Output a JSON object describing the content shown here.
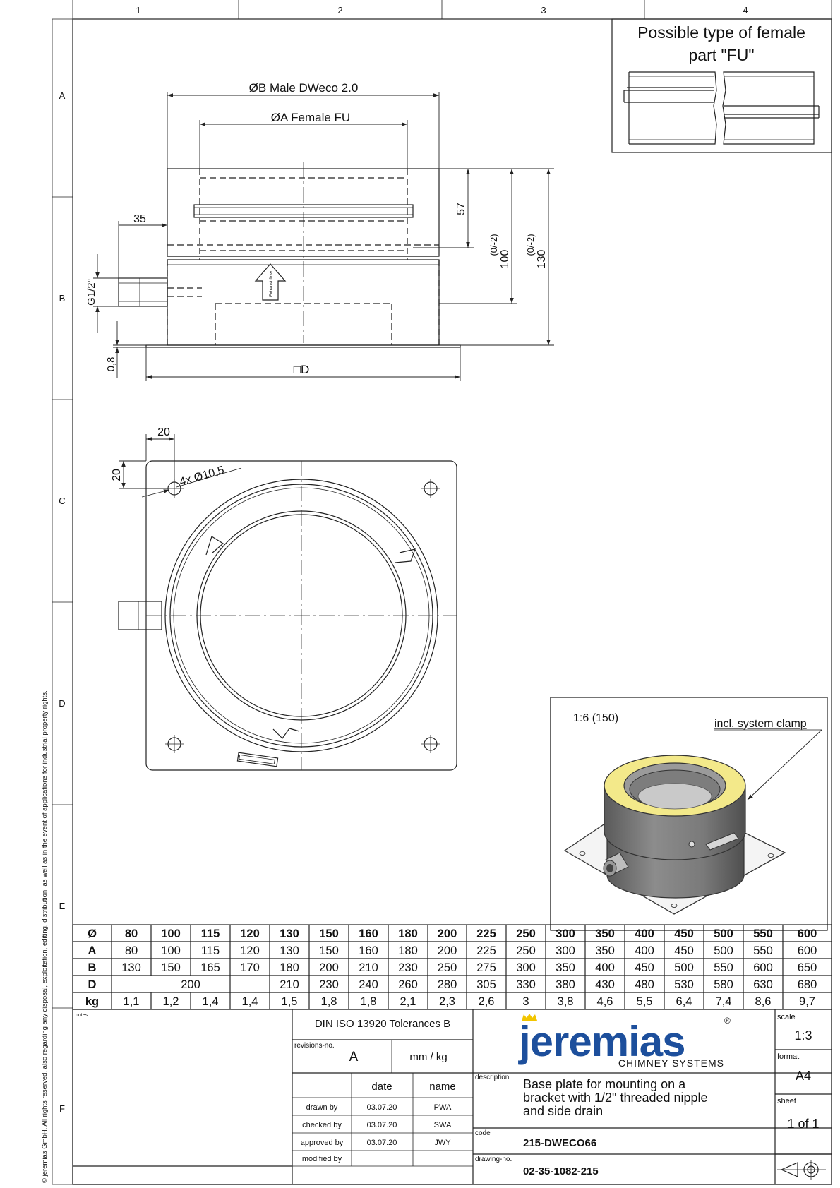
{
  "frame": {
    "columns": [
      "1",
      "2",
      "3",
      "4"
    ],
    "rows": [
      "A",
      "B",
      "C",
      "D",
      "E",
      "F"
    ],
    "copyright": "© jeremias GmbH. All rights reserved, also regarding any disposal, exploitation, editing, distribution, as well as in the event of applications for industrial property rights."
  },
  "female_part": {
    "title_line1": "Possible type of female",
    "title_line2": "part \"FU\""
  },
  "side_view": {
    "dim_b": "ØB Male DWeco 2.0",
    "dim_a": "ØA Female FU",
    "dim_35": "35",
    "dim_57": "57",
    "dim_100": "100",
    "dim_100_tol": "(0/-2)",
    "dim_130": "130",
    "dim_130_tol": "(0/-2)",
    "dim_g": "G1/2\"",
    "dim_08": "0,8",
    "dim_d": "□D",
    "flow_label": "Exhaust flow"
  },
  "top_view": {
    "dim_20_h": "20",
    "dim_20_v": "20",
    "holes": "4x Ø10,5"
  },
  "iso_view": {
    "scale": "1:6 (150)",
    "callout": "incl. system clamp"
  },
  "table": {
    "header": [
      "Ø",
      "80",
      "100",
      "115",
      "120",
      "130",
      "150",
      "160",
      "180",
      "200",
      "225",
      "250",
      "300",
      "350",
      "400",
      "450",
      "500",
      "550",
      "600"
    ],
    "A": [
      "A",
      "80",
      "100",
      "115",
      "120",
      "130",
      "150",
      "160",
      "180",
      "200",
      "225",
      "250",
      "300",
      "350",
      "400",
      "450",
      "500",
      "550",
      "600"
    ],
    "B": [
      "B",
      "130",
      "150",
      "165",
      "170",
      "180",
      "200",
      "210",
      "230",
      "250",
      "275",
      "300",
      "350",
      "400",
      "450",
      "500",
      "550",
      "600",
      "650"
    ],
    "D_label": "D",
    "D_merged": "200",
    "D_rest": [
      "210",
      "230",
      "240",
      "260",
      "280",
      "305",
      "330",
      "380",
      "430",
      "480",
      "530",
      "580",
      "630",
      "680"
    ],
    "kg": [
      "kg",
      "1,1",
      "1,2",
      "1,4",
      "1,4",
      "1,5",
      "1,8",
      "1,8",
      "2,1",
      "2,3",
      "2,6",
      "3",
      "3,8",
      "4,6",
      "5,5",
      "6,4",
      "7,4",
      "8,6",
      "9,7"
    ]
  },
  "title_block": {
    "notes_label": "notes:",
    "tolerances": "DIN ISO 13920 Tolerances B",
    "revisions_label": "revisions-no.",
    "revision": "A",
    "units": "mm / kg",
    "col_date": "date",
    "col_name": "name",
    "rows": [
      {
        "label": "drawn by",
        "date": "03.07.20",
        "name": "PWA"
      },
      {
        "label": "checked by",
        "date": "03.07.20",
        "name": "SWA"
      },
      {
        "label": "approved by",
        "date": "03.07.20",
        "name": "JWY"
      },
      {
        "label": "modified by",
        "date": "",
        "name": ""
      }
    ],
    "logo": "jeremias",
    "logo_reg": "®",
    "logo_sub": "CHIMNEY SYSTEMS",
    "description_label": "description",
    "description_line1": "Base plate for mounting on a",
    "description_line2": "bracket with 1/2\" threaded nipple",
    "description_line3": "and side drain",
    "code_label": "code",
    "code": "215-DWECO66",
    "drawing_label": "drawing-no.",
    "drawing_no": "02-35-1082-215",
    "scale_label": "scale",
    "scale": "1:3",
    "format_label": "format",
    "format": "A4",
    "sheet_label": "sheet",
    "sheet": "1 of 1"
  },
  "colors": {
    "logo_blue": "#1d4f9c",
    "logo_gold": "#f2c500",
    "insulation": "#f3e98a",
    "steel_dark": "#6e6e6e"
  }
}
